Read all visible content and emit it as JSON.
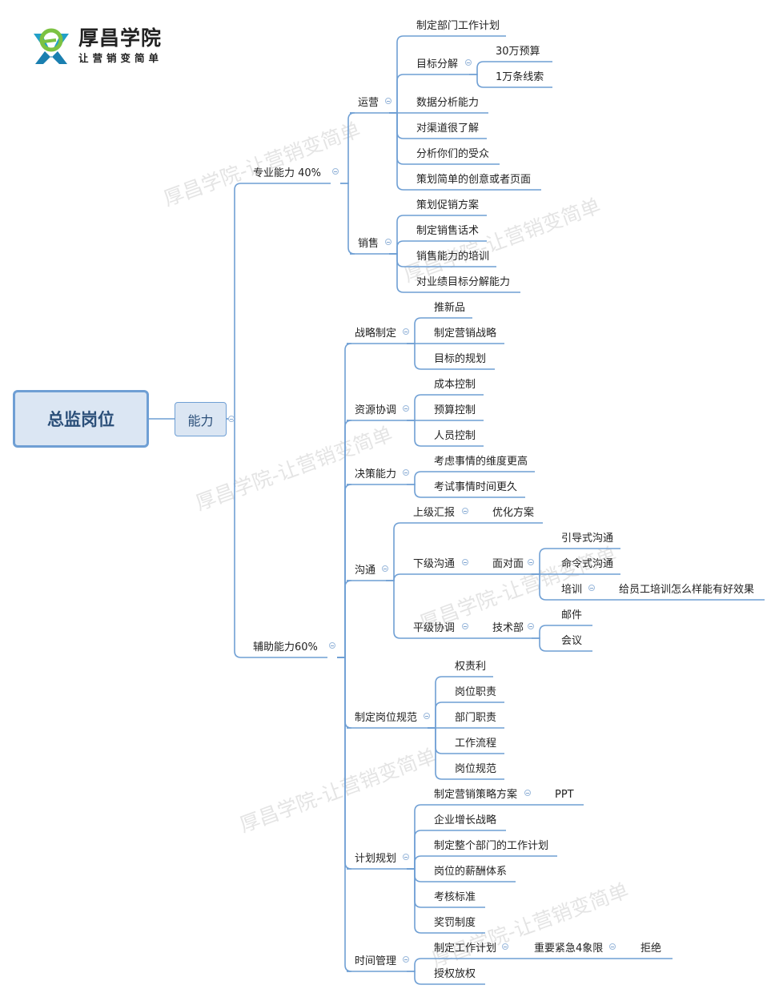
{
  "brand": {
    "name": "厚昌学院",
    "slogan": "让营销变简单"
  },
  "watermark_text": "厚昌学院-让营销变简单",
  "colors": {
    "connector": "#6f9fd4",
    "node_fill": "#dbe6f3",
    "node_text": "#2b4f79",
    "topic_text": "#222222"
  },
  "root": {
    "label": "总监岗位"
  },
  "main": {
    "label": "能力"
  },
  "tree": [
    {
      "label": "专业能力 40%",
      "children": [
        {
          "label": "运营",
          "children": [
            {
              "label": "制定部门工作计划"
            },
            {
              "label": "目标分解",
              "children": [
                {
                  "label": "30万预算"
                },
                {
                  "label": "1万条线索"
                }
              ]
            },
            {
              "label": "数据分析能力"
            },
            {
              "label": "对渠道很了解"
            },
            {
              "label": "分析你们的受众"
            },
            {
              "label": "策划简单的创意或者页面"
            }
          ]
        },
        {
          "label": "销售",
          "children": [
            {
              "label": "策划促销方案"
            },
            {
              "label": "制定销售话术"
            },
            {
              "label": "销售能力的培训"
            },
            {
              "label": "对业绩目标分解能力"
            }
          ]
        }
      ]
    },
    {
      "label": "辅助能力60%",
      "children": [
        {
          "label": "战略制定",
          "children": [
            {
              "label": "推新品"
            },
            {
              "label": "制定营销战略"
            },
            {
              "label": "目标的规划"
            }
          ]
        },
        {
          "label": "资源协调",
          "children": [
            {
              "label": "成本控制"
            },
            {
              "label": "预算控制"
            },
            {
              "label": "人员控制"
            }
          ]
        },
        {
          "label": "决策能力",
          "children": [
            {
              "label": "考虑事情的维度更高"
            },
            {
              "label": "考试事情时间更久"
            }
          ]
        },
        {
          "label": "沟通",
          "children": [
            {
              "label": "上级汇报",
              "children": [
                {
                  "label": "优化方案"
                }
              ]
            },
            {
              "label": "下级沟通",
              "children": [
                {
                  "label": "面对面",
                  "children": [
                    {
                      "label": "引导式沟通"
                    },
                    {
                      "label": "命令式沟通"
                    },
                    {
                      "label": "培训",
                      "children": [
                        {
                          "label": "给员工培训怎么样能有好效果"
                        }
                      ]
                    }
                  ]
                }
              ]
            },
            {
              "label": "平级协调",
              "children": [
                {
                  "label": "技术部",
                  "children": [
                    {
                      "label": "邮件"
                    },
                    {
                      "label": "会议"
                    }
                  ]
                }
              ]
            }
          ]
        },
        {
          "label": "制定岗位规范",
          "children": [
            {
              "label": "权责利"
            },
            {
              "label": "岗位职责"
            },
            {
              "label": "部门职责"
            },
            {
              "label": "工作流程"
            },
            {
              "label": "岗位规范"
            }
          ]
        },
        {
          "label": "计划规划",
          "children": [
            {
              "label": "制定营销策略方案",
              "children": [
                {
                  "label": "PPT"
                }
              ]
            },
            {
              "label": "企业增长战略"
            },
            {
              "label": "制定整个部门的工作计划"
            },
            {
              "label": "岗位的薪酬体系"
            },
            {
              "label": "考核标准"
            },
            {
              "label": "奖罚制度"
            }
          ]
        },
        {
          "label": "时间管理",
          "children": [
            {
              "label": "制定工作计划",
              "children": [
                {
                  "label": "重要紧急4象限",
                  "children": [
                    {
                      "label": "拒绝"
                    }
                  ]
                }
              ]
            },
            {
              "label": "授权放权"
            }
          ]
        }
      ]
    }
  ]
}
